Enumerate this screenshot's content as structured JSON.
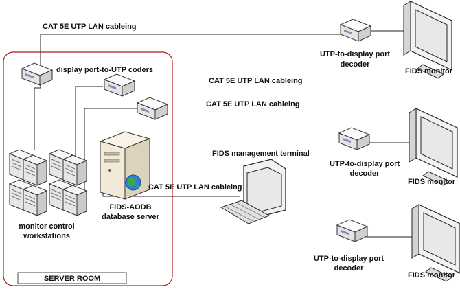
{
  "labels": {
    "cable_top": "CAT 5E UTP LAN cableing",
    "cable_mid": "CAT 5E UTP LAN cableing",
    "cable_lower": "CAT 5E UTP LAN cableing",
    "cable_terminal": "CAT 5E UTP LAN cableing",
    "coders": "display port-to-UTP coders",
    "decoder_top_1": "UTP-to-display port",
    "decoder_top_2": "decoder",
    "decoder_mid_1": "UTP-to-display port",
    "decoder_mid_2": "decoder",
    "decoder_bot_1": "UTP-to-display port",
    "decoder_bot_2": "decoder",
    "monitor_top": "FIDS monitor",
    "monitor_mid": "FIDS monitor",
    "monitor_bot": "FIDS monitor",
    "mgmt_terminal": "FIDS management terminal",
    "db_server_1": "FIDS-AODB",
    "db_server_2": "database server",
    "workstations_1": "monitor control",
    "workstations_2": "workstations",
    "server_room": "SERVER ROOM"
  },
  "colors": {
    "room_border": "#b31b1b",
    "device_fill": "#f1f1f1",
    "device_stroke": "#333333",
    "screen": "#e9e9e9",
    "globe": "#2d7fd3"
  }
}
